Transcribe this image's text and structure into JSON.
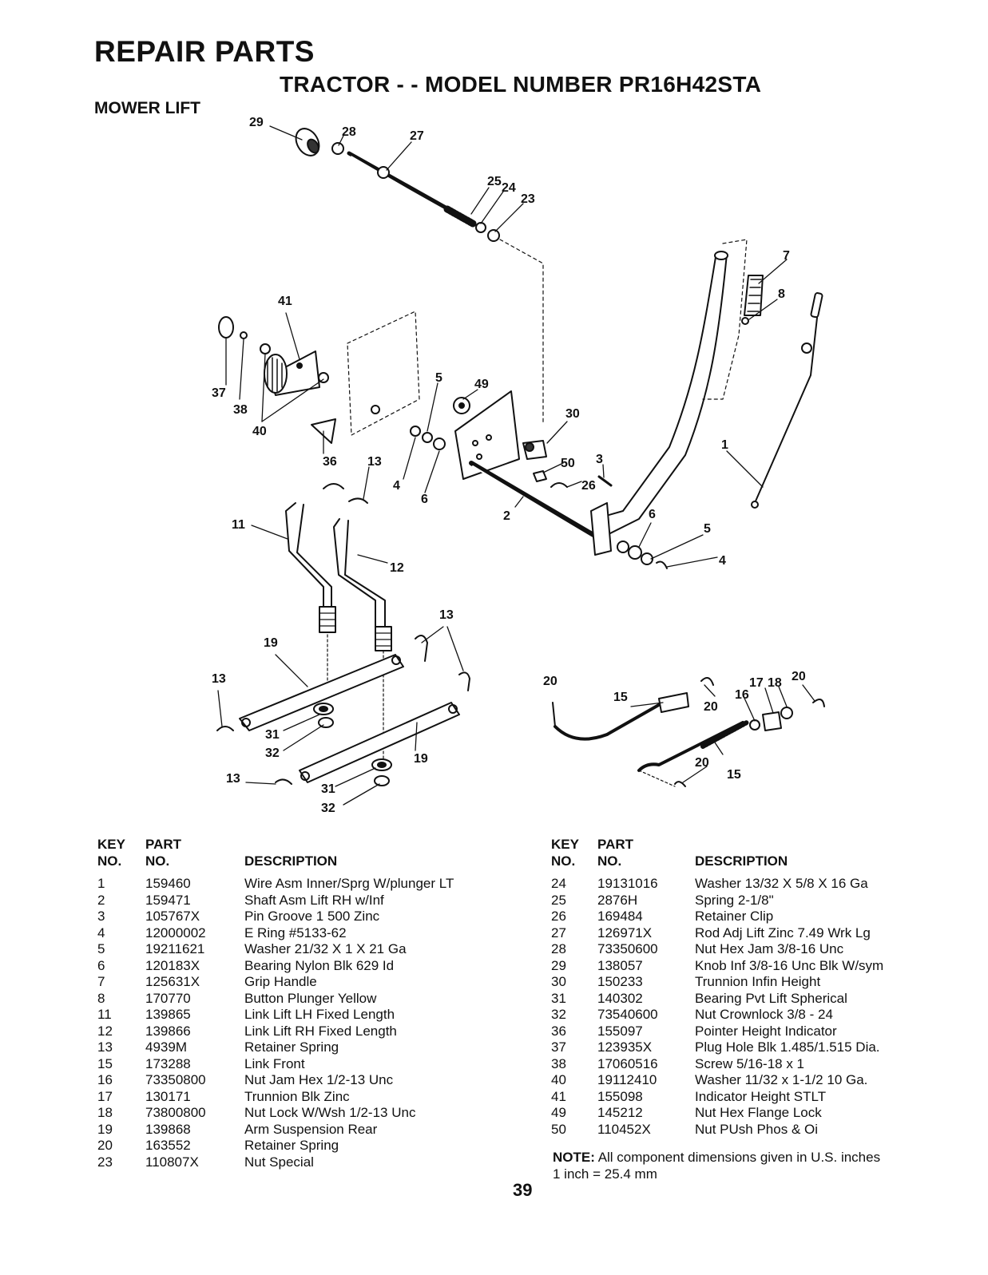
{
  "header": {
    "title": "REPAIR PARTS",
    "subtitle": "TRACTOR - - MODEL NUMBER PR16H42STA",
    "section": "MOWER LIFT"
  },
  "diagram_callouts": [
    "29",
    "28",
    "27",
    "25",
    "24",
    "23",
    "7",
    "8",
    "41",
    "37",
    "38",
    "40",
    "5",
    "49",
    "30",
    "36",
    "13",
    "4",
    "6",
    "50",
    "3",
    "26",
    "2",
    "1",
    "11",
    "12",
    "6",
    "5",
    "4",
    "13",
    "19",
    "13",
    "31",
    "32",
    "13",
    "19",
    "31",
    "32",
    "20",
    "15",
    "20",
    "16",
    "17",
    "18",
    "20",
    "20",
    "15"
  ],
  "table_headers": {
    "key_line1": "KEY",
    "key_line2": "NO.",
    "part_line1": "PART",
    "part_line2": "NO.",
    "description": "DESCRIPTION"
  },
  "parts_left": [
    {
      "key": "1",
      "part": "159460",
      "desc": "Wire Asm Inner/Sprg W/plunger LT"
    },
    {
      "key": "2",
      "part": "159471",
      "desc": "Shaft Asm Lift RH w/Inf"
    },
    {
      "key": "3",
      "part": "105767X",
      "desc": "Pin Groove 1 500 Zinc"
    },
    {
      "key": "4",
      "part": "12000002",
      "desc": "E Ring #5133-62"
    },
    {
      "key": "5",
      "part": "19211621",
      "desc": "Washer 21/32 X 1 X 21 Ga"
    },
    {
      "key": "6",
      "part": "120183X",
      "desc": "Bearing Nylon Blk 629 Id"
    },
    {
      "key": "7",
      "part": "125631X",
      "desc": "Grip Handle"
    },
    {
      "key": "8",
      "part": "170770",
      "desc": "Button Plunger Yellow"
    },
    {
      "key": "11",
      "part": "139865",
      "desc": "Link Lift LH Fixed Length"
    },
    {
      "key": "12",
      "part": "139866",
      "desc": "Link Lift RH Fixed Length"
    },
    {
      "key": "13",
      "part": "4939M",
      "desc": "Retainer Spring"
    },
    {
      "key": "15",
      "part": "173288",
      "desc": "Link Front"
    },
    {
      "key": "16",
      "part": "73350800",
      "desc": "Nut Jam Hex 1/2-13 Unc"
    },
    {
      "key": "17",
      "part": "130171",
      "desc": "Trunnion Blk Zinc"
    },
    {
      "key": "18",
      "part": "73800800",
      "desc": "Nut Lock W/Wsh 1/2-13 Unc"
    },
    {
      "key": "19",
      "part": "139868",
      "desc": "Arm Suspension Rear"
    },
    {
      "key": "20",
      "part": "163552",
      "desc": "Retainer Spring"
    },
    {
      "key": "23",
      "part": "110807X",
      "desc": "Nut Special"
    }
  ],
  "parts_right": [
    {
      "key": "24",
      "part": "19131016",
      "desc": "Washer 13/32 X 5/8 X 16 Ga"
    },
    {
      "key": "25",
      "part": "2876H",
      "desc": "Spring 2-1/8\""
    },
    {
      "key": "26",
      "part": "169484",
      "desc": "Retainer Clip"
    },
    {
      "key": "27",
      "part": "126971X",
      "desc": "Rod Adj Lift Zinc 7.49 Wrk Lg"
    },
    {
      "key": "28",
      "part": "73350600",
      "desc": "Nut Hex Jam 3/8-16 Unc"
    },
    {
      "key": "29",
      "part": "138057",
      "desc": "Knob Inf 3/8-16 Unc Blk W/sym"
    },
    {
      "key": "30",
      "part": "150233",
      "desc": "Trunnion Infin Height"
    },
    {
      "key": "31",
      "part": "140302",
      "desc": "Bearing Pvt Lift Spherical"
    },
    {
      "key": "32",
      "part": "73540600",
      "desc": "Nut Crownlock 3/8 - 24"
    },
    {
      "key": "36",
      "part": "155097",
      "desc": "Pointer Height Indicator"
    },
    {
      "key": "37",
      "part": "123935X",
      "desc": "Plug Hole Blk 1.485/1.515 Dia."
    },
    {
      "key": "38",
      "part": "17060516",
      "desc": "Screw 5/16-18 x 1"
    },
    {
      "key": "40",
      "part": "19112410",
      "desc": "Washer 11/32 x 1-1/2 10 Ga."
    },
    {
      "key": "41",
      "part": "155098",
      "desc": "Indicator Height STLT"
    },
    {
      "key": "49",
      "part": "145212",
      "desc": "Nut Hex Flange Lock"
    },
    {
      "key": "50",
      "part": "110452X",
      "desc": "Nut PUsh Phos & Oi"
    }
  ],
  "note": {
    "label": "NOTE:",
    "text": "All component dimensions given in U.S. inches",
    "conversion": "1 inch = 25.4 mm"
  },
  "page_number": "39"
}
